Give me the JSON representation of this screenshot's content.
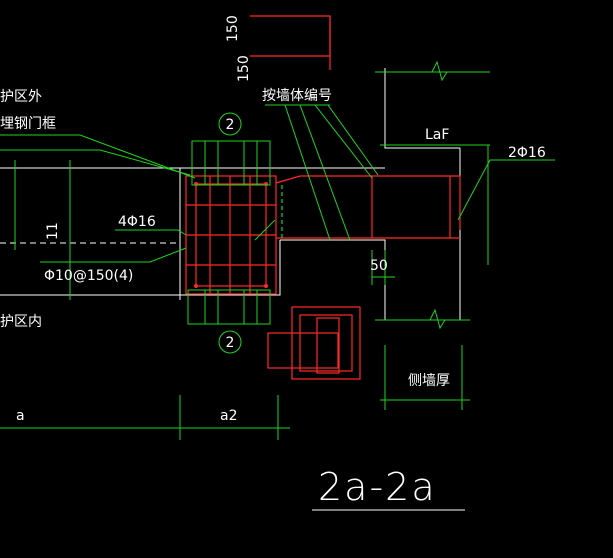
{
  "drawing": {
    "section_title": "2a-2a",
    "labels": {
      "protect_zone_outside": "护区外",
      "embedded_steel_frame": "埋钢门框",
      "per_wall_number": "按墙体编号",
      "laf": "LaF",
      "rebar_right": "2Φ16",
      "rebar_left": "4Φ16",
      "stirrup": "Φ10@150(4)",
      "protect_zone_inside": "护区内",
      "dim_150_top": "150",
      "dim_150_bottom": "150",
      "dim_50": "50",
      "side_wall_thickness": "侧墙厚",
      "dim_a": "a",
      "dim_a2": "a2",
      "dim_tick": "11",
      "section_mark_top": "2",
      "section_mark_bottom": "2"
    },
    "colors": {
      "background": "#000000",
      "dimension_green": "#1fd41f",
      "rebar_red": "#ff2a2a",
      "outline_white": "#ffffff"
    }
  }
}
